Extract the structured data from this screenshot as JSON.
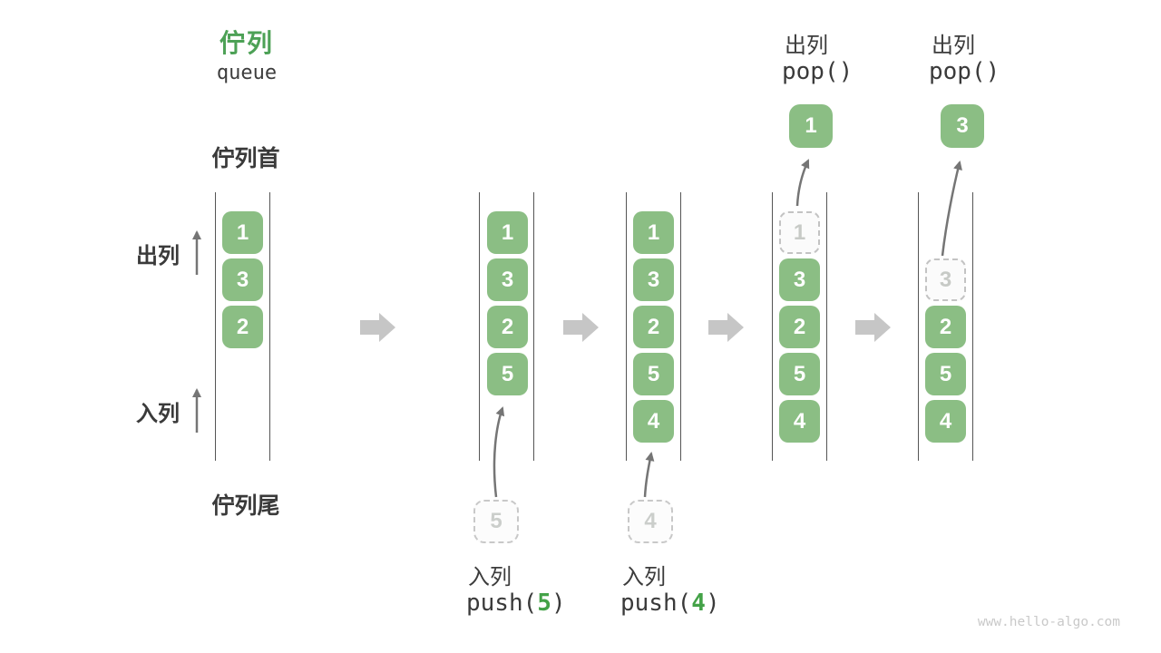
{
  "title": {
    "zh": "佇列",
    "en": "queue"
  },
  "side_labels": {
    "front": "佇列首",
    "rear": "佇列尾",
    "dequeue": "出列",
    "enqueue": "入列"
  },
  "colors": {
    "box_green": "#8bbe84",
    "accent_green": "#4da156",
    "code_green": "#44a248",
    "wall_line": "#555555",
    "thin_arrow": "#757575",
    "fat_arrow": "#c6c6c6",
    "ghost_border": "#c8c8c8",
    "ghost_text": "#cbcecb",
    "text": "#3a3a3a"
  },
  "states": [
    {
      "cells": [
        {
          "v": "1",
          "row": 0,
          "style": "solid"
        },
        {
          "v": "3",
          "row": 1,
          "style": "solid"
        },
        {
          "v": "2",
          "row": 2,
          "style": "solid"
        }
      ]
    },
    {
      "cells": [
        {
          "v": "1",
          "row": 0,
          "style": "solid"
        },
        {
          "v": "3",
          "row": 1,
          "style": "solid"
        },
        {
          "v": "2",
          "row": 2,
          "style": "solid"
        },
        {
          "v": "5",
          "row": 3,
          "style": "solid"
        }
      ],
      "staged": {
        "v": "5"
      },
      "op": {
        "action": "入列",
        "code_prefix": "push(",
        "code_arg": "5",
        "code_suffix": ")"
      }
    },
    {
      "cells": [
        {
          "v": "1",
          "row": 0,
          "style": "solid"
        },
        {
          "v": "3",
          "row": 1,
          "style": "solid"
        },
        {
          "v": "2",
          "row": 2,
          "style": "solid"
        },
        {
          "v": "5",
          "row": 3,
          "style": "solid"
        },
        {
          "v": "4",
          "row": 4,
          "style": "solid"
        }
      ],
      "staged": {
        "v": "4"
      },
      "op": {
        "action": "入列",
        "code_prefix": "push(",
        "code_arg": "4",
        "code_suffix": ")"
      }
    },
    {
      "cells": [
        {
          "v": "1",
          "row": 0,
          "style": "ghost"
        },
        {
          "v": "3",
          "row": 1,
          "style": "solid"
        },
        {
          "v": "2",
          "row": 2,
          "style": "solid"
        },
        {
          "v": "5",
          "row": 3,
          "style": "solid"
        },
        {
          "v": "4",
          "row": 4,
          "style": "solid"
        }
      ],
      "popped": {
        "v": "1"
      },
      "op": {
        "action": "出列",
        "code": "pop()"
      }
    },
    {
      "cells": [
        {
          "v": "3",
          "row": 1,
          "style": "ghost"
        },
        {
          "v": "2",
          "row": 2,
          "style": "solid"
        },
        {
          "v": "5",
          "row": 3,
          "style": "solid"
        },
        {
          "v": "4",
          "row": 4,
          "style": "solid"
        }
      ],
      "popped": {
        "v": "3"
      },
      "op": {
        "action": "出列",
        "code": "pop()"
      }
    }
  ],
  "watermark": "www.hello-algo.com"
}
